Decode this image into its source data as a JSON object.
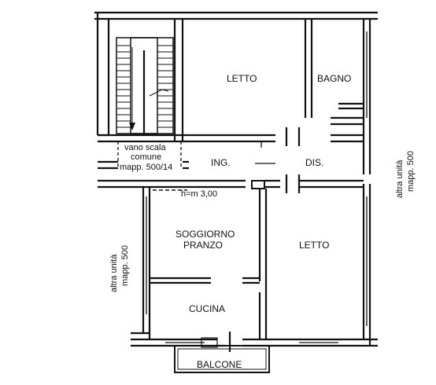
{
  "rooms": {
    "letto_top": "LETTO",
    "bagno": "BAGNO",
    "ingresso": "ING.",
    "disimpegno": "DIS.",
    "soggiorno_line1": "SOGGIORNO",
    "soggiorno_line2": "PRANZO",
    "letto_bottom": "LETTO",
    "cucina": "CUCINA",
    "balcone": "BALCONE"
  },
  "stair": {
    "line1": "vano scala",
    "line2": "comune",
    "line3": "mapp. 500/14"
  },
  "height_note": "h=m 3,00",
  "neighbors": {
    "right_line1": "altra unità",
    "right_line2": "mapp. 500",
    "left_line1": "altra unità",
    "left_line2": "mapp. 500"
  }
}
